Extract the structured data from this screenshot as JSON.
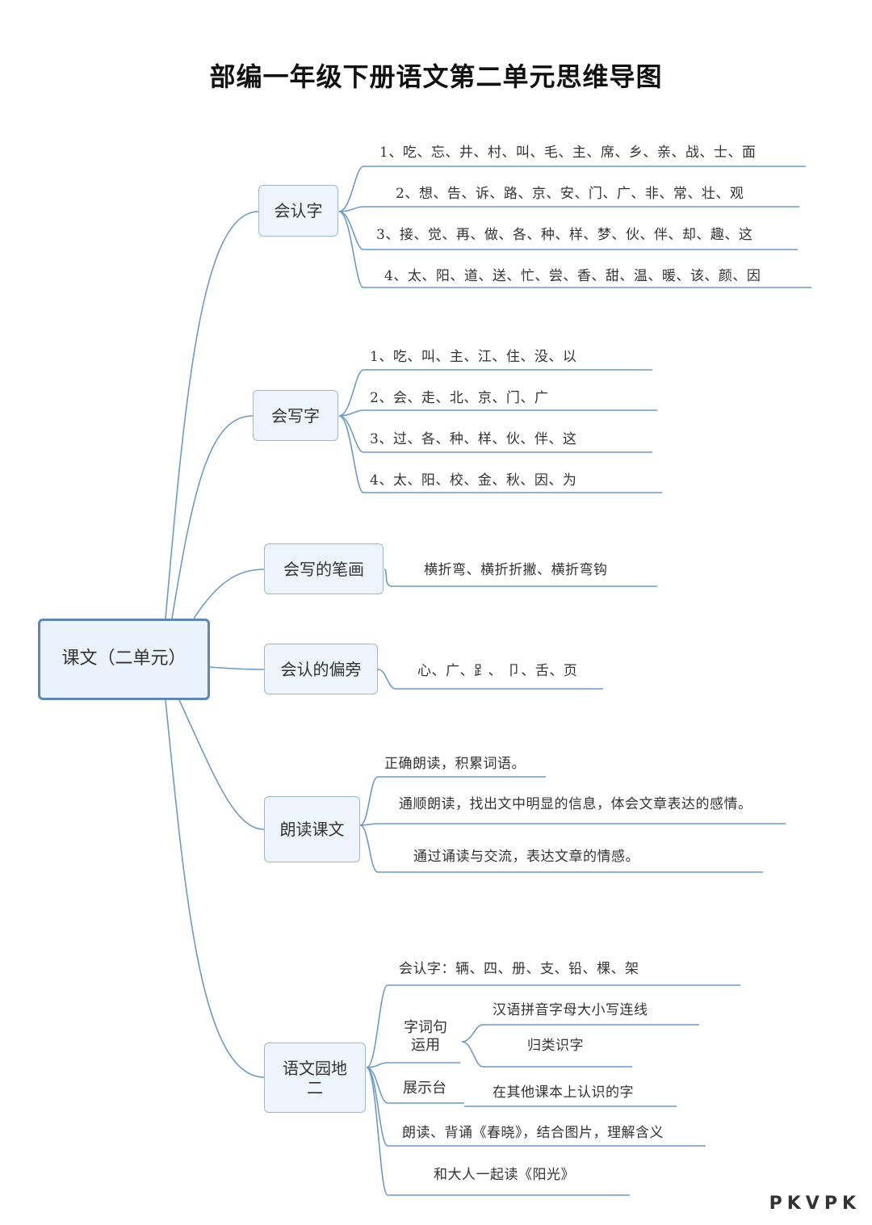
{
  "title": "部编一年级下册语文第二单元思维导图",
  "root": "课文（二单元）",
  "branches": {
    "recognize_chars": {
      "label": "会认字",
      "items": [
        "1、吃、忘、井、村、叫、毛、主、席、乡、亲、战、士、面",
        "2、想、告、诉、路、京、安、门、广、非、常、壮、观",
        "3、接、觉、再、做、各、种、样、梦、伙、伴、却、趣、这",
        "4、太、阳、道、送、忙、尝、香、甜、温、暖、该、颜、因"
      ]
    },
    "write_chars": {
      "label": "会写字",
      "items": [
        "1、吃、叫、主、江、住、没、以",
        "2、会、走、北、京、门、广",
        "3、过、各、种、样、伙、伴、这",
        "4、太、阳、校、金、秋、因、为"
      ]
    },
    "strokes": {
      "label": "会写的笔画",
      "items": [
        "横折弯、横折折撇、横折弯钩"
      ]
    },
    "radicals": {
      "label": "会认的偏旁",
      "items": [
        "心、广、⻊、 卩、舌、页"
      ]
    },
    "reading": {
      "label": "朗读课文",
      "items": [
        "正确朗读，积累词语。",
        "通顺朗读，找出文中明显的信息，体会文章表达的感情。",
        "通过诵读与交流，表达文章的情感。"
      ]
    },
    "garden": {
      "label": "语文园地二",
      "recognize": "会认字：辆、四、册、支、铅、棵、架",
      "word_use_label": "字词句运用",
      "word_use_items": [
        "汉语拼音字母大小写连线",
        "归类识字"
      ],
      "showcase_label": "展示台",
      "showcase_item": "在其他课本上认识的字",
      "recite": "朗读、背诵《春晓》，结合图片，理解含义",
      "read_together": "和大人一起读《阳光》"
    }
  },
  "watermark": "PKVPK",
  "colors": {
    "line": "#6d9ac4",
    "node_fill": "#eef4fb",
    "node_border": "#9fb8d0",
    "root_border": "#5f87b4"
  }
}
